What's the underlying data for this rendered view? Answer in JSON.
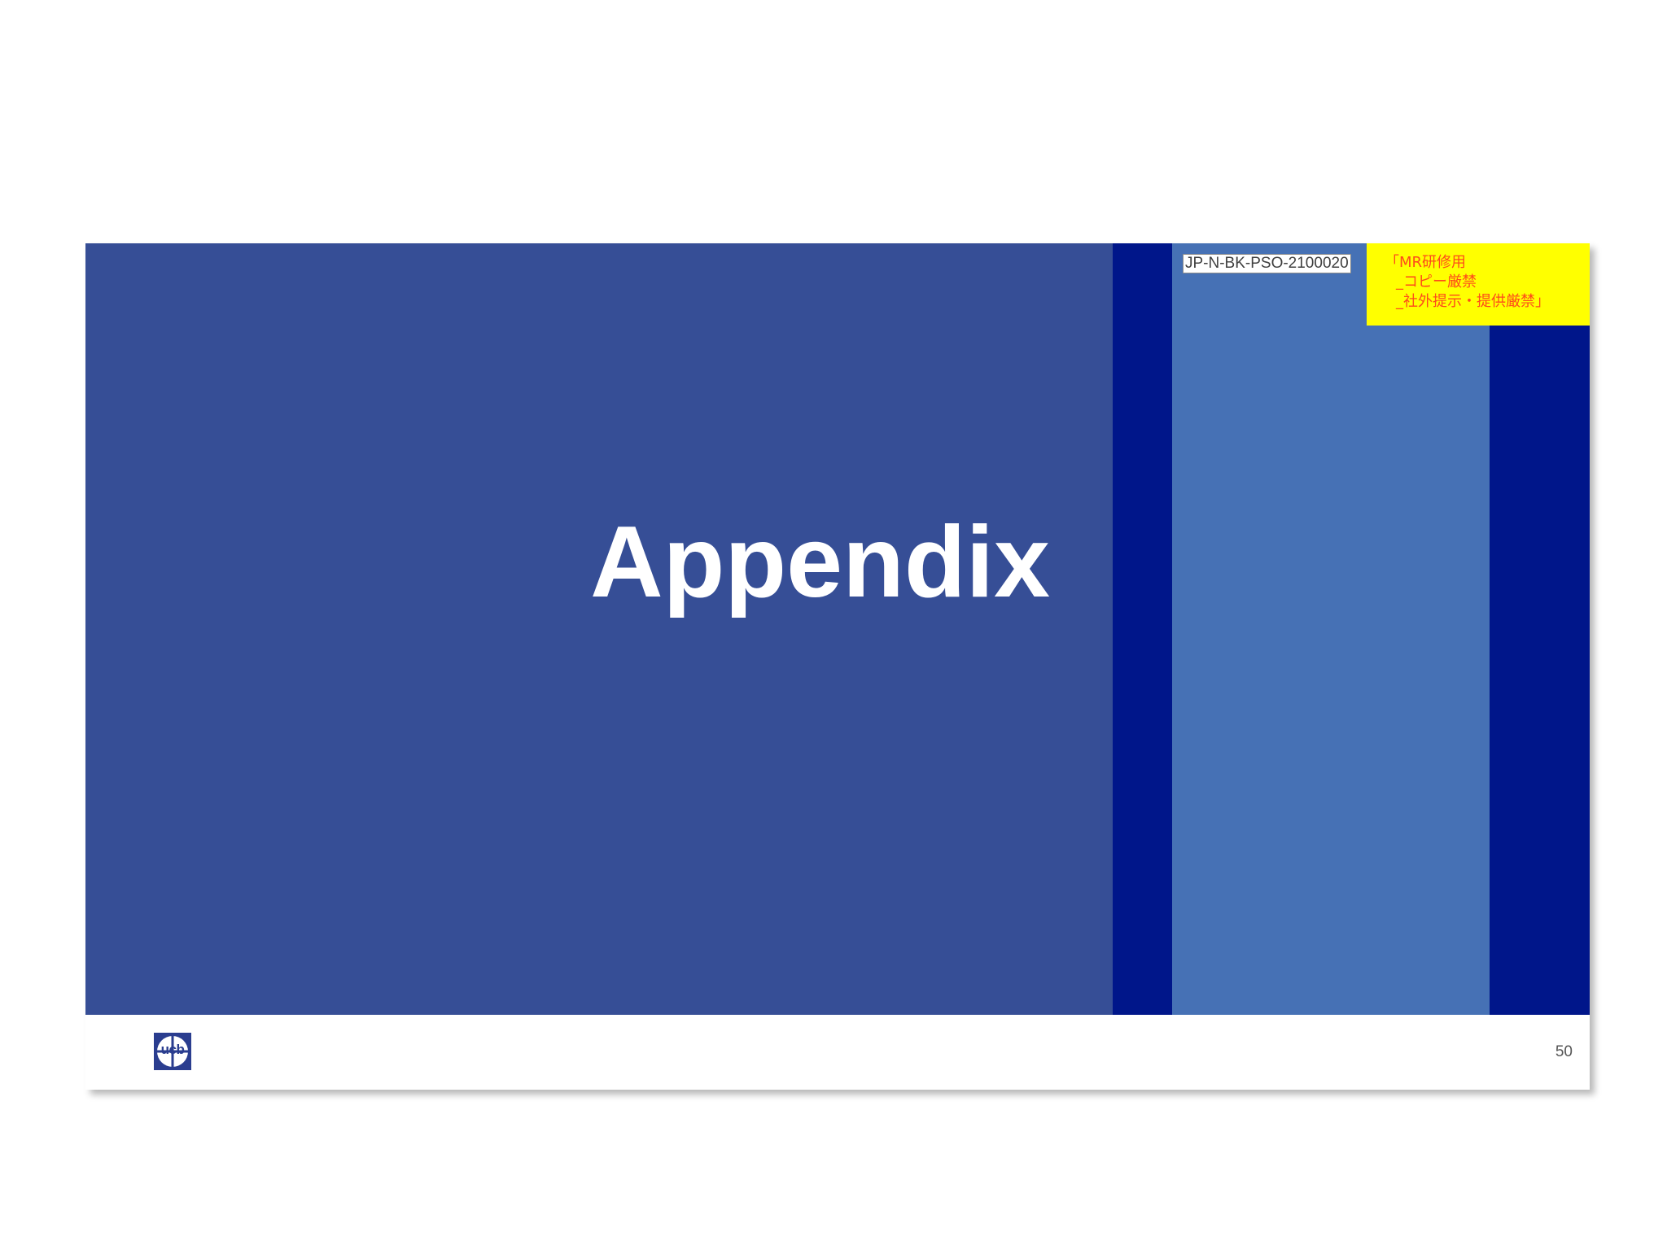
{
  "slide": {
    "title": "Appendix",
    "document_code": "JP-N-BK-PSO-2100020",
    "notice": {
      "line1": "「MR研修用",
      "line2": "_コピー厳禁",
      "line3": "_社外提示・提供厳禁」"
    },
    "logo_text": "ucb",
    "page_number": "50"
  },
  "colors": {
    "main_band": "#364e96",
    "dark_band": "#00168a",
    "light_band": "#4671b5",
    "notice_background": "#ffff00",
    "notice_text": "#ff4a1a",
    "title_text": "#ffffff"
  }
}
